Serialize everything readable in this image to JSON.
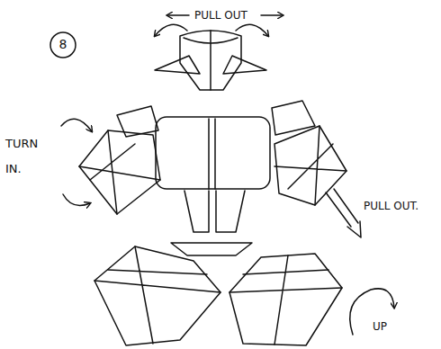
{
  "diagram": {
    "labels": [
      "8",
      "PULL OUT",
      "TURN IN.",
      "PULL OUT.",
      "UP"
    ]
  }
}
